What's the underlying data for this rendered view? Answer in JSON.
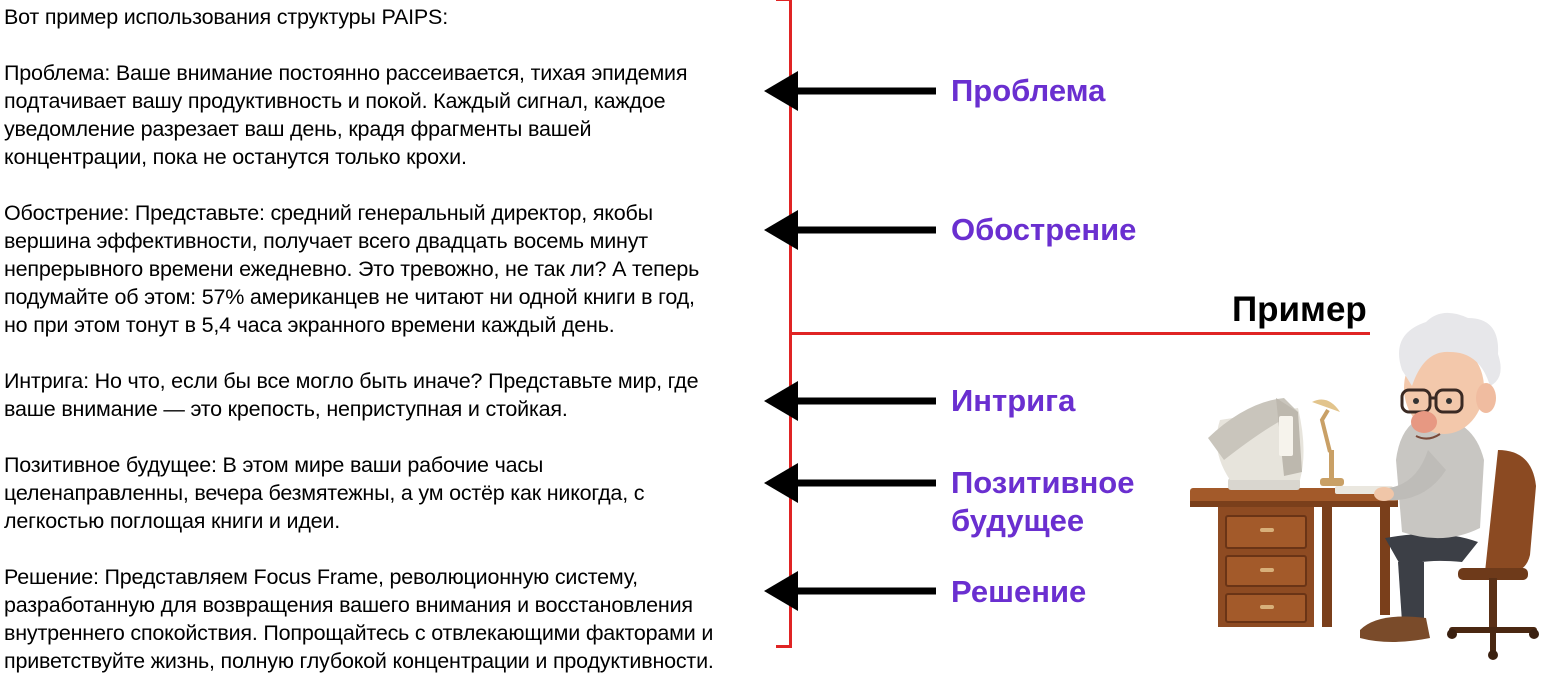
{
  "intro": "Вот пример использования структуры PAIPS:",
  "paragraphs": [
    {
      "text": "Проблема: Ваше внимание постоянно рассеивается, тихая эпидемия\nподтачивает вашу продуктивность и покой. Каждый сигнал, каждое\nуведомление разрезает ваш день, крадя фрагменты вашей\nконцентрации, пока не останутся только крохи."
    },
    {
      "text": "Обострение: Представьте: средний генеральный директор, якобы\nвершина эффективности, получает всего двадцать восемь минут\nнепрерывного времени ежедневно. Это тревожно, не так ли? А теперь\nподумайте об этом: 57% американцев не читают ни одной книги в год,\nно при этом тонут в 5,4 часа экранного времени каждый день."
    },
    {
      "text": "Интрига: Но что, если бы все могло быть иначе? Представьте мир, где\nваше внимание — это крепость, неприступная и стойкая."
    },
    {
      "text": "Позитивное будущее: В этом мире ваши рабочие часы\nцеленаправленны, вечера безмятежны, а ум остёр как никогда, с\nлегкостью поглощая книги и идеи."
    },
    {
      "text": "Решение: Представляем Focus Frame, революционную систему,\nразработанную для возвращения вашего внимания и восстановления\nвнутреннего спокойствия. Попрощайтесь с отвлекающими факторами и\nприветствуйте жизнь, полную глубокой концентрации и продуктивности."
    }
  ],
  "labels": [
    "Проблема",
    "Обострение",
    "Интрига",
    "Позитивное\nбудущее",
    "Решение"
  ],
  "example_title": "Пример",
  "colors": {
    "label": "#6a2fd0",
    "bracket": "#e02424",
    "arrow": "#000000"
  }
}
